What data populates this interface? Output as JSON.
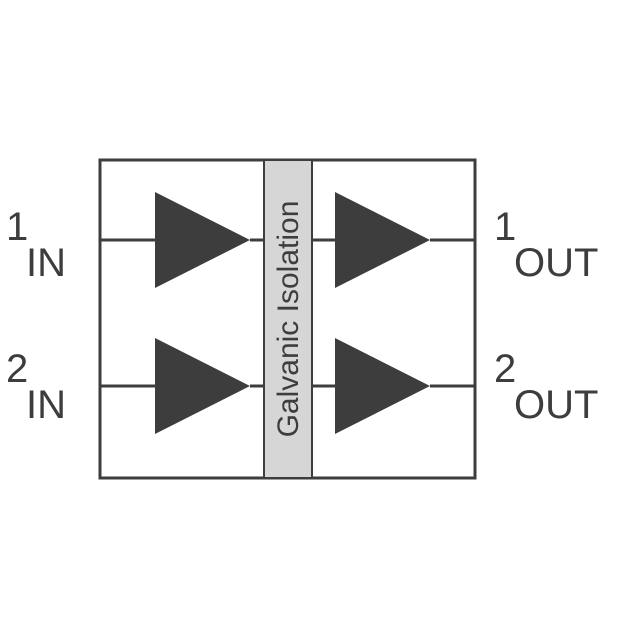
{
  "diagram": {
    "type": "functional-block-diagram",
    "isolation_label": "Galvanic Isolation",
    "channels": [
      {
        "number": "1",
        "input_label": "IN",
        "output_label": "OUT"
      },
      {
        "number": "2",
        "input_label": "IN",
        "output_label": "OUT"
      }
    ],
    "colors": {
      "line": "#3d3d3d",
      "triangle_fill": "#3d3d3d",
      "band_fill": "#d6d6d6",
      "text": "#3d3d3d",
      "background": "#ffffff"
    }
  }
}
